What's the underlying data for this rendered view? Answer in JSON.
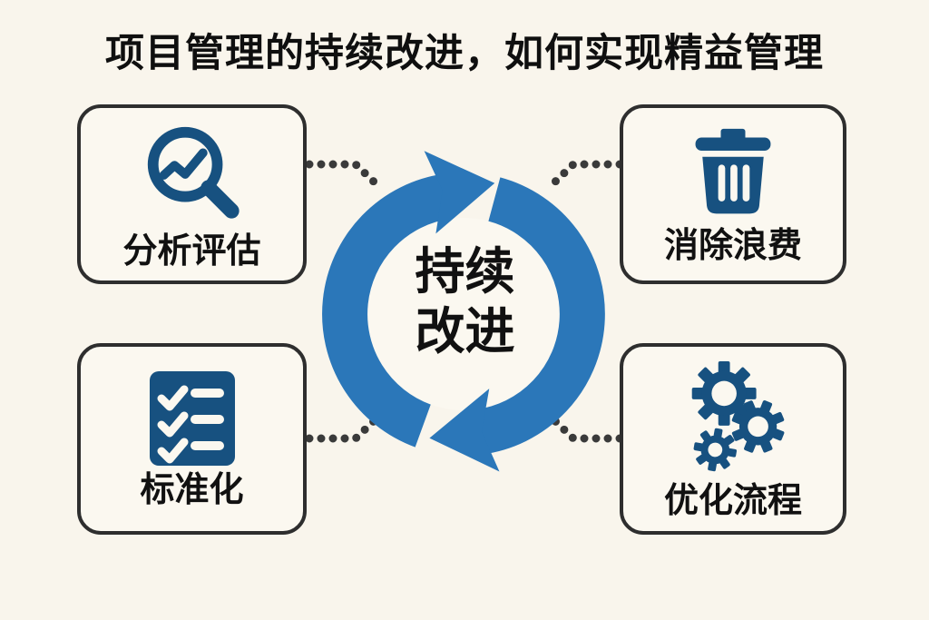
{
  "title": "项目管理的持续改进，如何实现精益管理",
  "cycle": {
    "line1": "持续",
    "line2": "改进",
    "direction": "clockwise"
  },
  "nodes": [
    {
      "id": "analyze",
      "label": "分析评估",
      "icon": "magnifier-trend-icon",
      "position": "top-left"
    },
    {
      "id": "eliminate",
      "label": "消除浪费",
      "icon": "trash-icon",
      "position": "top-right"
    },
    {
      "id": "standardize",
      "label": "标准化",
      "icon": "checklist-icon",
      "position": "bottom-left"
    },
    {
      "id": "optimize",
      "label": "优化流程",
      "icon": "gears-icon",
      "position": "bottom-right"
    }
  ],
  "colors": {
    "page_bg": "#f9f5ec",
    "box_bg": "#fbf8f0",
    "box_border": "#2e2e2e",
    "title_text": "#0f0f0f",
    "label_text": "#111111",
    "cycle_blue": "#2b77b9",
    "icon_navy": "#175180",
    "dot_color": "#3a3a3a",
    "icon_cutout": "#fbf8f0"
  }
}
